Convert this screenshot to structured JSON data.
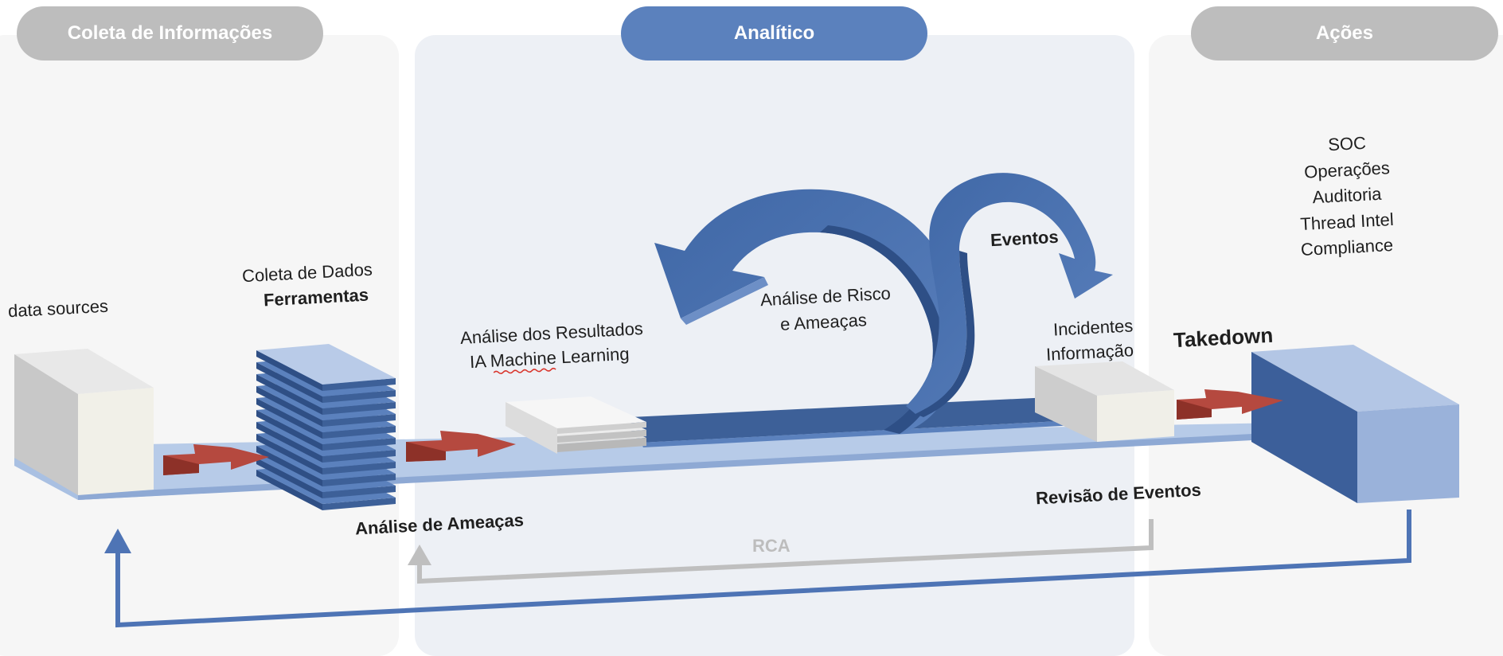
{
  "headers": {
    "coleta": "Coleta de Informações",
    "analitico": "Analítico",
    "acoes": "Ações"
  },
  "labels": {
    "data_sources": "data sources",
    "coleta_dados": "Coleta de Dados",
    "ferramentas": "Ferramentas",
    "analise_resultados": "Análise dos Resultados",
    "ia_machine_learning": "IA Machine Learning",
    "analise_risco_1": "Análise de Risco",
    "analise_risco_2": "e Ameaças",
    "eventos": "Eventos",
    "incidentes": "Incidentes",
    "informacao": "Informação",
    "takedown": "Takedown",
    "acoes_list": [
      "SOC",
      "Operações",
      "Auditoria",
      "Thread Intel",
      "Compliance"
    ],
    "analise_ameacas": "Análise de Ameaças",
    "revisao_eventos": "Revisão de Eventos",
    "rca": "RCA"
  },
  "colors": {
    "blue_accent": "#5b81bd",
    "header_gray": "#bdbdbd",
    "arrow_red": "#b5493f",
    "feedback_blue": "#4e74b5",
    "feedback_gray": "#bfbfbf"
  }
}
